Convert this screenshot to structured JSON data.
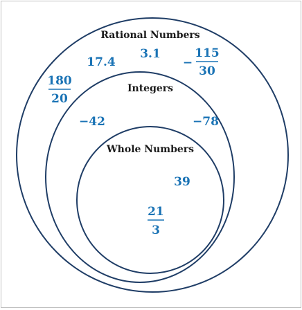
{
  "sets": {
    "outer": {
      "label": "Rational Numbers"
    },
    "middle": {
      "label": "Integers"
    },
    "inner": {
      "label": "Whole Numbers"
    }
  },
  "members": {
    "rational": {
      "decimal_a": "17.4",
      "decimal_b": "3.1",
      "fraction_a": {
        "sign": "−",
        "numerator": "115",
        "denominator": "30"
      },
      "fraction_b": {
        "numerator": "180",
        "denominator": "20"
      }
    },
    "integers": {
      "item_a": "−42",
      "item_b": "−78"
    },
    "whole": {
      "item_a": "39",
      "fraction": {
        "numerator": "21",
        "denominator": "3"
      }
    }
  },
  "colors": {
    "circle_stroke": "#1f3d66",
    "number_color": "#1a73b5",
    "label_color": "#1a1a1a",
    "frame_border": "#bfbfbf"
  }
}
